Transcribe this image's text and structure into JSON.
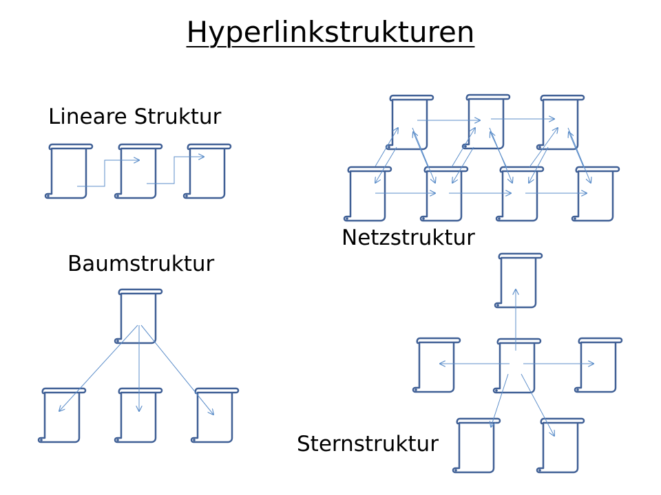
{
  "title": "Hyperlinkstrukturen",
  "labels": {
    "linear": "Lineare Struktur",
    "netz": "Netzstruktur",
    "baum": "Baumstruktur",
    "stern": "Sternstruktur"
  },
  "colors": {
    "document_stroke": "#3f5f95",
    "document_fill": "#ffffff",
    "arrow": "#5b8dc9",
    "text": "#000000"
  },
  "icons": {
    "document": "scroll-document-icon"
  }
}
